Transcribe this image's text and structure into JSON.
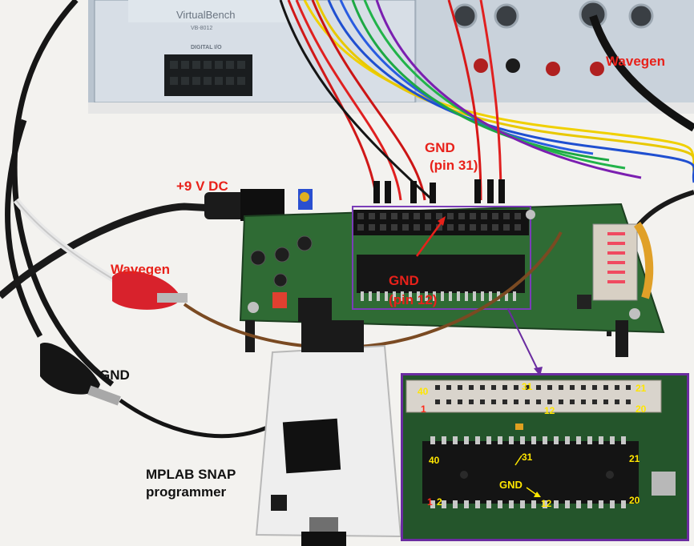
{
  "labels": {
    "wavegen_top": "Wavegen",
    "wavegen_left": "Wavegen",
    "gnd_pin31_line1": "GND",
    "gnd_pin31_line2": "(pin 31)",
    "power": "+9 V DC",
    "gnd_pin12_line1": "GND",
    "gnd_pin12_line2": "(pin 12)",
    "gnd_clip": "GND",
    "programmer_line1": "MPLAB SNAP",
    "programmer_line2": "programmer"
  },
  "instrument": {
    "brand": "VirtualBench",
    "model": "VB-8012",
    "digital_io": "DIGITAL I/O"
  },
  "inset": {
    "header_40": "40",
    "header_31": "31",
    "header_21": "21",
    "header_1": "1",
    "header_12": "12",
    "header_20": "20",
    "chip_40": "40",
    "chip_31": "31",
    "chip_21": "21",
    "chip_gnd": "GND",
    "chip_1": "1",
    "chip_2": "2",
    "chip_12": "12",
    "chip_20": "20"
  },
  "colors": {
    "annotation_red": "#e8211a",
    "inset_yellow": "#ffe600",
    "inset_border": "#6a2ca0",
    "pcb_green": "#2f6b34"
  }
}
